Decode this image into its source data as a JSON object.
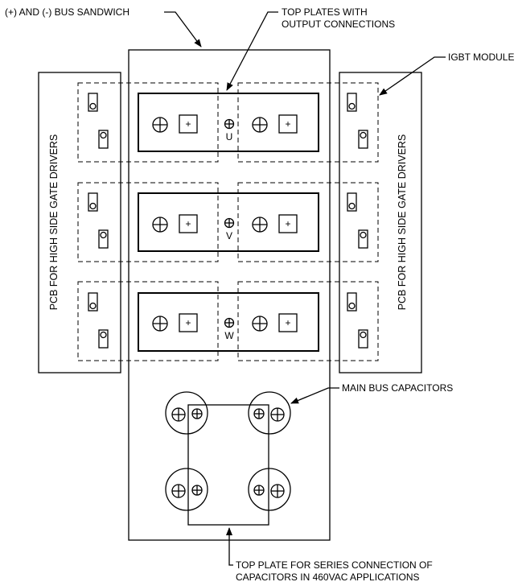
{
  "labels": {
    "bus_sandwich": "(+) AND (-) BUS SANDWICH",
    "top_plates_line1": "TOP PLATES WITH",
    "top_plates_line2": "OUTPUT CONNECTIONS",
    "igbt_module": "IGBT MODULE",
    "pcb_left": "PCB FOR HIGH SIDE GATE DRIVERS",
    "pcb_right": "PCB FOR HIGH SIDE GATE DRIVERS",
    "main_bus_capacitors": "MAIN BUS CAPACITORS",
    "top_plate_series_line1": "TOP PLATE FOR SERIES CONNECTION OF",
    "top_plate_series_line2": "CAPACITORS IN 460VAC APPLICATIONS"
  },
  "phases": [
    {
      "label": "U"
    },
    {
      "label": "V"
    },
    {
      "label": "W"
    }
  ],
  "terminal_symbol": "+"
}
